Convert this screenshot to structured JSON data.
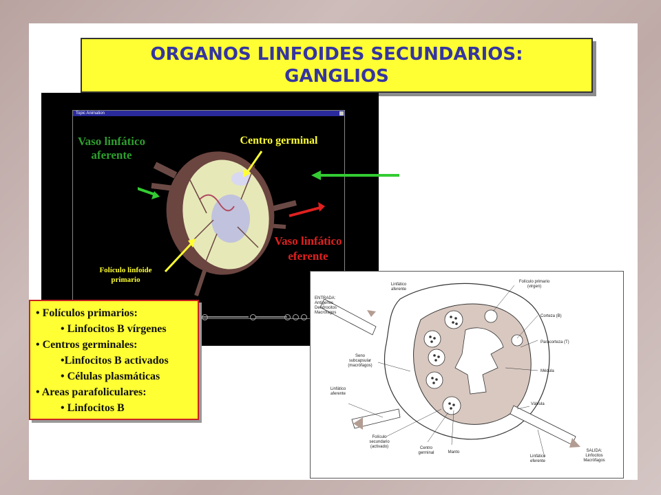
{
  "title": {
    "line1": "ORGANOS LINFOIDES SECUNDARIOS:",
    "line2": "GANGLIOS"
  },
  "animation": {
    "window_title": "Topic Animation",
    "labels": {
      "vaso_aferente_1": "Vaso linfático",
      "vaso_aferente_2": "aferente",
      "centro_germinal": "Centro germinal",
      "vaso_eferente_1": "Vaso linfático",
      "vaso_eferente_2": "eferente",
      "foliculo_1": "Folículo linfoide",
      "foliculo_2": "primario"
    }
  },
  "legend": {
    "items": [
      "• Folículos primarios:",
      "• Linfocitos B vírgenes",
      "• Centros germinales:",
      "•Linfocitos B activados",
      "• Células plasmáticas",
      "• Areas parafoliculares:",
      "• Linfocitos B"
    ]
  },
  "diagram": {
    "labels": {
      "entrada_1": "ENTRADA:",
      "entrada_2": "Antígenos",
      "entrada_3": "Dendrocitos",
      "entrada_4": "Macrófagos",
      "linf_aferente_top_1": "Linfático",
      "linf_aferente_top_2": "aferente",
      "foliculo_primario_1": "Folículo primario",
      "foliculo_primario_2": "(virgen)",
      "corteza": "Corteza (B)",
      "paracorteza": "Paracorteza (T)",
      "seno_1": "Seno",
      "seno_2": "subcapsular",
      "seno_3": "(macrófagos)",
      "medula": "Médula",
      "linf_aferente_left_1": "Linfático",
      "linf_aferente_left_2": "aferente",
      "valvula": "Válvula",
      "fol_sec_1": "Folículo",
      "fol_sec_2": "secundario",
      "fol_sec_3": "(activado)",
      "centro_1": "Centro",
      "centro_2": "germinal",
      "manto": "Manto",
      "linf_eferente_1": "Linfático",
      "linf_eferente_2": "eferente",
      "salida_1": "SALIDA:",
      "salida_2": "Linfocitos",
      "salida_3": "Macrófagos"
    }
  },
  "colors": {
    "title_bg": "#ffff33",
    "title_text": "#3535a0",
    "green_label": "#2e9e2e",
    "yellow_label": "#ffff33",
    "red_label": "#e02020"
  }
}
